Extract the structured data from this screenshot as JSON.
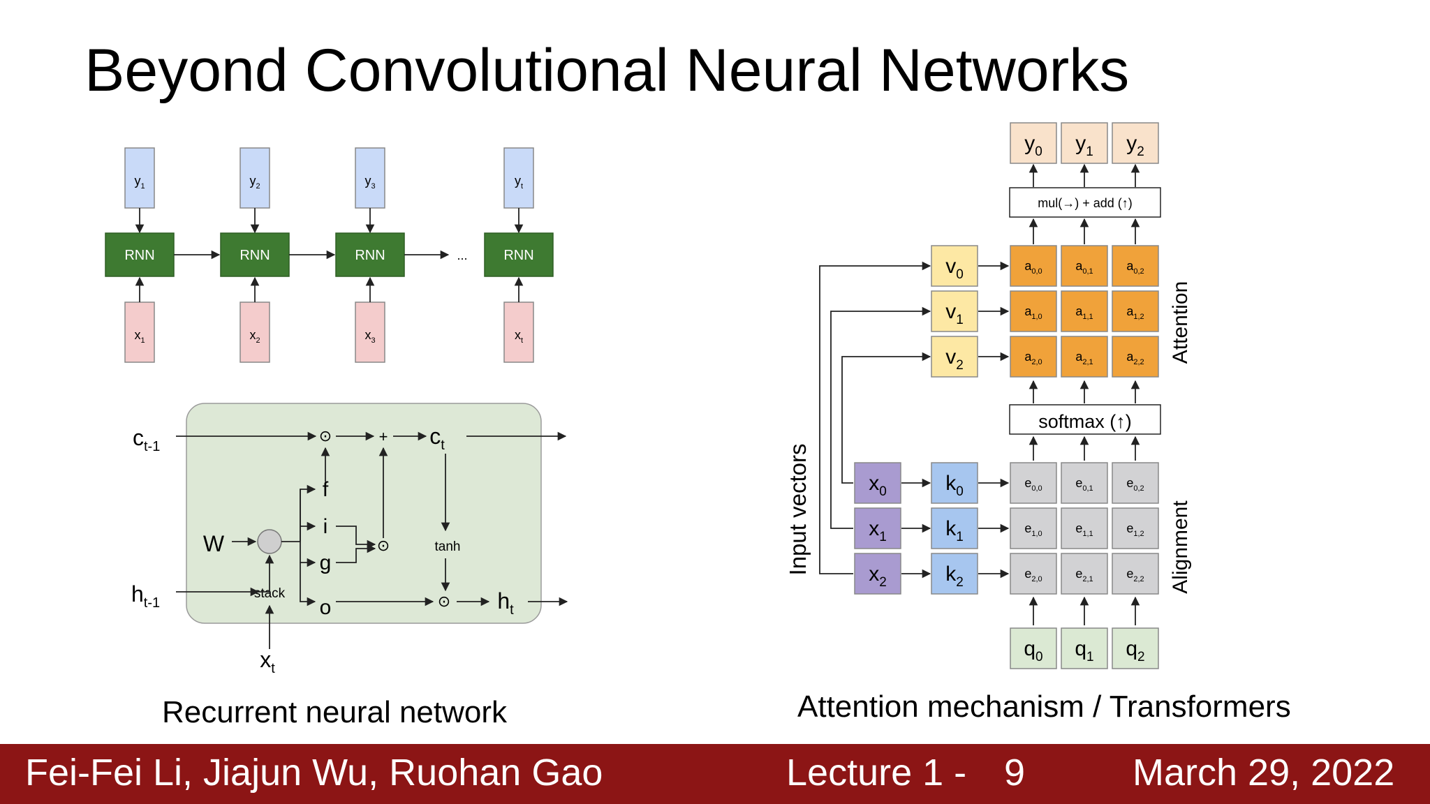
{
  "slide": {
    "title": "Beyond Convolutional Neural Networks",
    "rnn_caption": "Recurrent neural network",
    "attn_caption": "Attention mechanism / Transformers"
  },
  "rnn": {
    "cell_label": "RNN",
    "ellipsis": "...",
    "steps": [
      {
        "y": "y",
        "y_sub": "1",
        "x": "x",
        "x_sub": "1"
      },
      {
        "y": "y",
        "y_sub": "2",
        "x": "x",
        "x_sub": "2"
      },
      {
        "y": "y",
        "y_sub": "3",
        "x": "x",
        "x_sub": "3"
      },
      {
        "y": "y",
        "y_sub": "t",
        "x": "x",
        "x_sub": "t"
      }
    ]
  },
  "lstm": {
    "c_prev": "c",
    "c_prev_sub": "t-1",
    "h_prev": "h",
    "h_prev_sub": "t-1",
    "c_t": "c",
    "c_t_sub": "t",
    "h_t": "h",
    "h_t_sub": "t",
    "x_t": "x",
    "x_t_sub": "t",
    "W": "W",
    "stack": "stack",
    "tanh": "tanh",
    "gates": [
      "f",
      "i",
      "g",
      "o"
    ],
    "odot": "⊙",
    "plus": "+"
  },
  "attention": {
    "outputs": [
      {
        "t": "y",
        "s": "0"
      },
      {
        "t": "y",
        "s": "1"
      },
      {
        "t": "y",
        "s": "2"
      }
    ],
    "mul_add": "mul(→) + add (↑)",
    "values": [
      {
        "t": "v",
        "s": "0"
      },
      {
        "t": "v",
        "s": "1"
      },
      {
        "t": "v",
        "s": "2"
      }
    ],
    "attn_matrix": [
      [
        {
          "t": "a",
          "s": "0,0"
        },
        {
          "t": "a",
          "s": "0,1"
        },
        {
          "t": "a",
          "s": "0,2"
        }
      ],
      [
        {
          "t": "a",
          "s": "1,0"
        },
        {
          "t": "a",
          "s": "1,1"
        },
        {
          "t": "a",
          "s": "1,2"
        }
      ],
      [
        {
          "t": "a",
          "s": "2,0"
        },
        {
          "t": "a",
          "s": "2,1"
        },
        {
          "t": "a",
          "s": "2,2"
        }
      ]
    ],
    "softmax": "softmax (↑)",
    "inputs": [
      {
        "t": "x",
        "s": "0"
      },
      {
        "t": "x",
        "s": "1"
      },
      {
        "t": "x",
        "s": "2"
      }
    ],
    "keys": [
      {
        "t": "k",
        "s": "0"
      },
      {
        "t": "k",
        "s": "1"
      },
      {
        "t": "k",
        "s": "2"
      }
    ],
    "align_matrix": [
      [
        {
          "t": "e",
          "s": "0,0"
        },
        {
          "t": "e",
          "s": "0,1"
        },
        {
          "t": "e",
          "s": "0,2"
        }
      ],
      [
        {
          "t": "e",
          "s": "1,0"
        },
        {
          "t": "e",
          "s": "1,1"
        },
        {
          "t": "e",
          "s": "1,2"
        }
      ],
      [
        {
          "t": "e",
          "s": "2,0"
        },
        {
          "t": "e",
          "s": "2,1"
        },
        {
          "t": "e",
          "s": "2,2"
        }
      ]
    ],
    "queries": [
      {
        "t": "q",
        "s": "0"
      },
      {
        "t": "q",
        "s": "1"
      },
      {
        "t": "q",
        "s": "2"
      }
    ],
    "label_attention": "Attention",
    "label_alignment": "Alignment",
    "label_inputs": "Input vectors"
  },
  "footer": {
    "authors": "Fei-Fei Li, Jiajun Wu, Ruohan Gao",
    "lecture": "Lecture 1 -",
    "page": "9",
    "date": "March 29, 2022"
  },
  "colors": {
    "footer_bg": "#8c1515",
    "rnn_cell": "#3e7a31",
    "y_box": "#c9daf8",
    "x_box": "#f4cccc",
    "lstm_bg": "#dde8d6",
    "out_box": "#f9e2cb",
    "value_box": "#fde8a4",
    "attn_box": "#f0a23a",
    "input_box": "#a99bd0",
    "key_box": "#a7c6ef",
    "align_box": "#d2d2d4",
    "query_box": "#dbe9d3"
  }
}
